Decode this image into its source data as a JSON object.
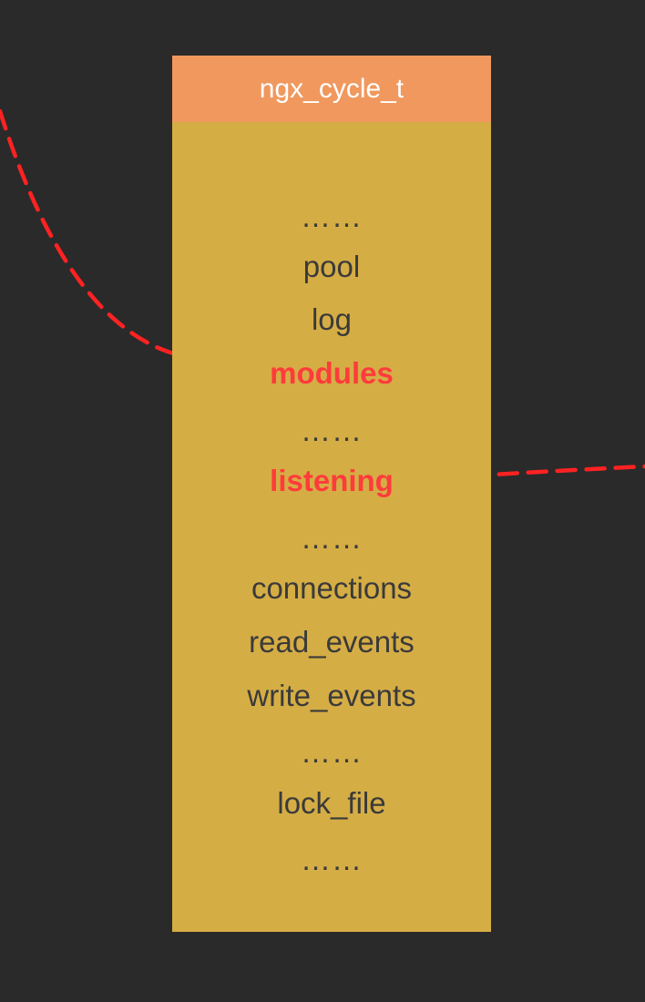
{
  "struct": {
    "name": "ngx_cycle_t",
    "fields": [
      {
        "label": "……",
        "kind": "ellipsis"
      },
      {
        "label": "pool",
        "kind": "normal"
      },
      {
        "label": "log",
        "kind": "normal"
      },
      {
        "label": "modules",
        "kind": "highlight"
      },
      {
        "label": "……",
        "kind": "ellipsis"
      },
      {
        "label": "listening",
        "kind": "highlight"
      },
      {
        "label": "……",
        "kind": "ellipsis"
      },
      {
        "label": "connections",
        "kind": "normal"
      },
      {
        "label": "read_events",
        "kind": "normal"
      },
      {
        "label": "write_events",
        "kind": "normal"
      },
      {
        "label": "……",
        "kind": "ellipsis"
      },
      {
        "label": "lock_file",
        "kind": "normal"
      },
      {
        "label": "……",
        "kind": "ellipsis"
      }
    ]
  },
  "colors": {
    "background": "#2a2a2a",
    "struct_body": "#d5ad45",
    "struct_header": "#f0985e",
    "header_text": "#ffffff",
    "field_text": "#3a3a3a",
    "highlight": "#ff3b3b",
    "connector": "#ff2222"
  },
  "connectors": [
    {
      "from": "off-left",
      "to": "modules",
      "style": "dashed"
    },
    {
      "from": "listening",
      "to": "off-right",
      "style": "dashed"
    }
  ]
}
